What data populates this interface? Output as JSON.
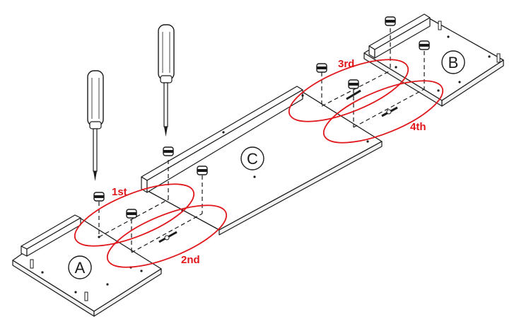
{
  "diagram": {
    "accent_color": "#e0161b",
    "line_color": "#1a1a1a",
    "panels": [
      {
        "id": "A",
        "label": "A"
      },
      {
        "id": "B",
        "label": "B"
      },
      {
        "id": "C",
        "label": "C"
      }
    ],
    "steps": [
      {
        "label": "1st"
      },
      {
        "label": "2nd"
      },
      {
        "label": "3rd"
      },
      {
        "label": "4th"
      }
    ],
    "tools": [
      {
        "icon": "screwdriver-icon"
      },
      {
        "icon": "screwdriver-icon"
      }
    ]
  }
}
